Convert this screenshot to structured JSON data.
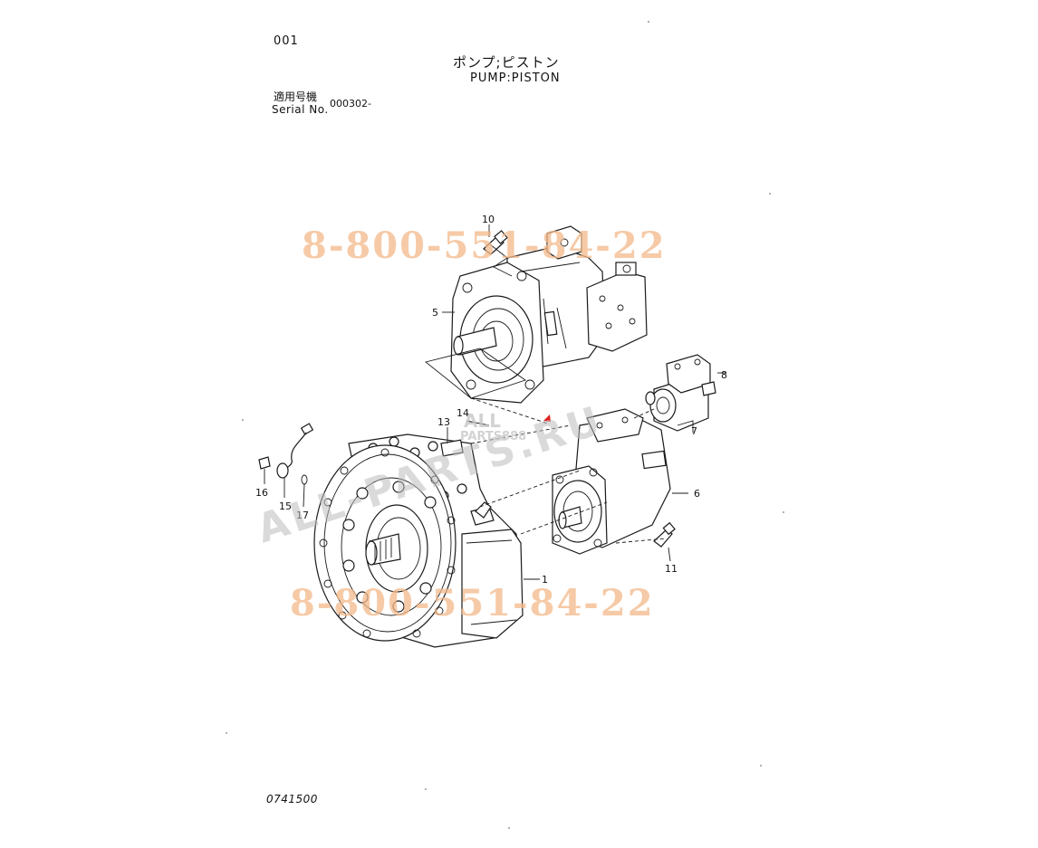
{
  "header": {
    "page_number": "001",
    "title_jp": "ポンプ;ピストン",
    "title_en": "PUMP:PISTON",
    "serial_label_jp": "適用号機",
    "serial_label_en": "Serial No.",
    "serial_value": "000302-"
  },
  "callouts": {
    "c1": "1",
    "c5": "5",
    "c6": "6",
    "c7": "7",
    "c8": "8",
    "c10": "10",
    "c11": "11",
    "c13": "13",
    "c14": "14",
    "c15": "15",
    "c16": "16",
    "c17": "17"
  },
  "watermarks": {
    "phone_top": "8-800-551-84-22",
    "phone_bottom": "8-800-551-84-22",
    "site_text": "ALL-PARTS.RU",
    "logo_text_1": "ALL",
    "logo_text_2": "PARTS888"
  },
  "footer": {
    "drawing_number": "0741500"
  },
  "colors": {
    "watermark_phone": "#f4b98a",
    "watermark_site": "#bdbdbd",
    "accent_marker": "#e02020"
  }
}
